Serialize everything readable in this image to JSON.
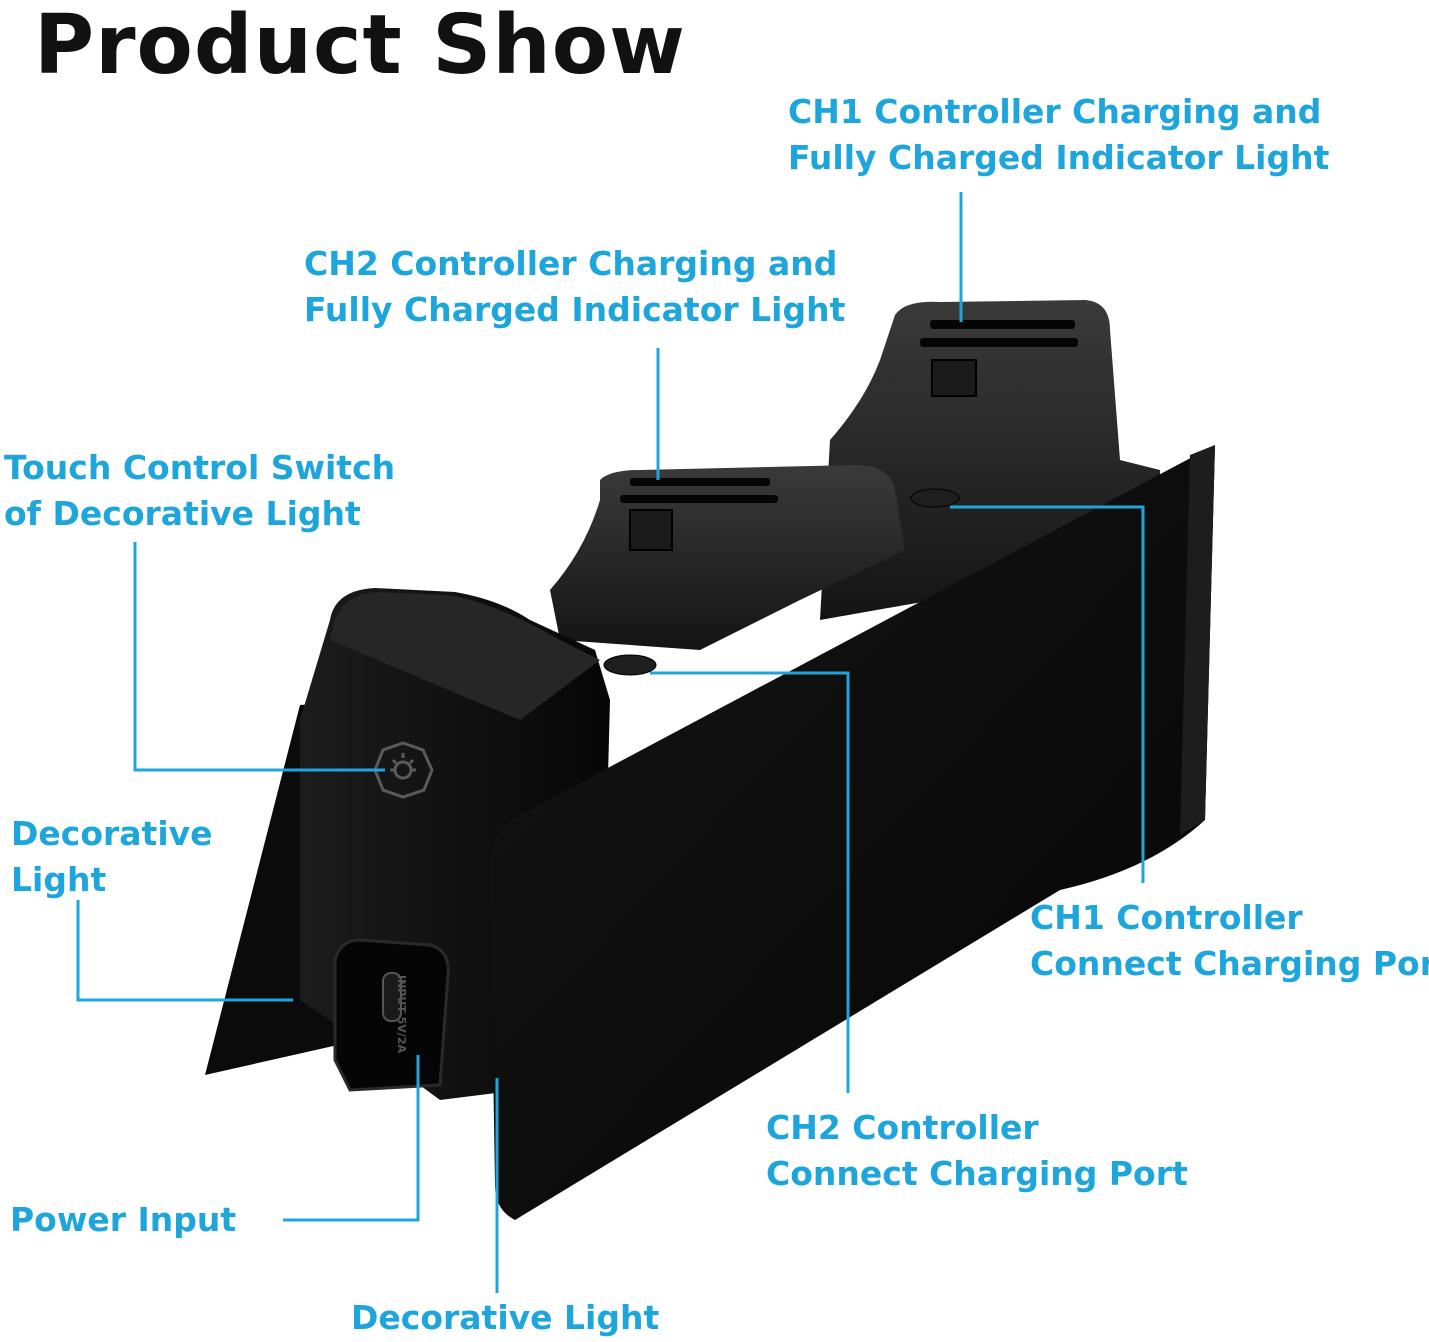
{
  "title": "Product Show",
  "colors": {
    "accent": "#1ea6dc",
    "title": "#111111",
    "product": "#0d0d0d"
  },
  "labels": {
    "ch1_indicator": [
      "CH1 Controller Charging and",
      "Fully Charged Indicator Light"
    ],
    "ch2_indicator": [
      "CH2 Controller Charging and",
      "Fully Charged Indicator Light"
    ],
    "touch_switch": [
      "Touch Control Switch",
      "of Decorative Light"
    ],
    "decorative_light_left": [
      "Decorative",
      "Light"
    ],
    "ch1_port": [
      "CH1 Controller",
      "Connect Charging Port"
    ],
    "ch2_port": [
      "CH2 Controller",
      "Connect Charging Port"
    ],
    "power_input": "Power Input",
    "decorative_light_bottom": "Decorative Light"
  },
  "port_markings": [
    "INPUT",
    "5V/2A"
  ]
}
